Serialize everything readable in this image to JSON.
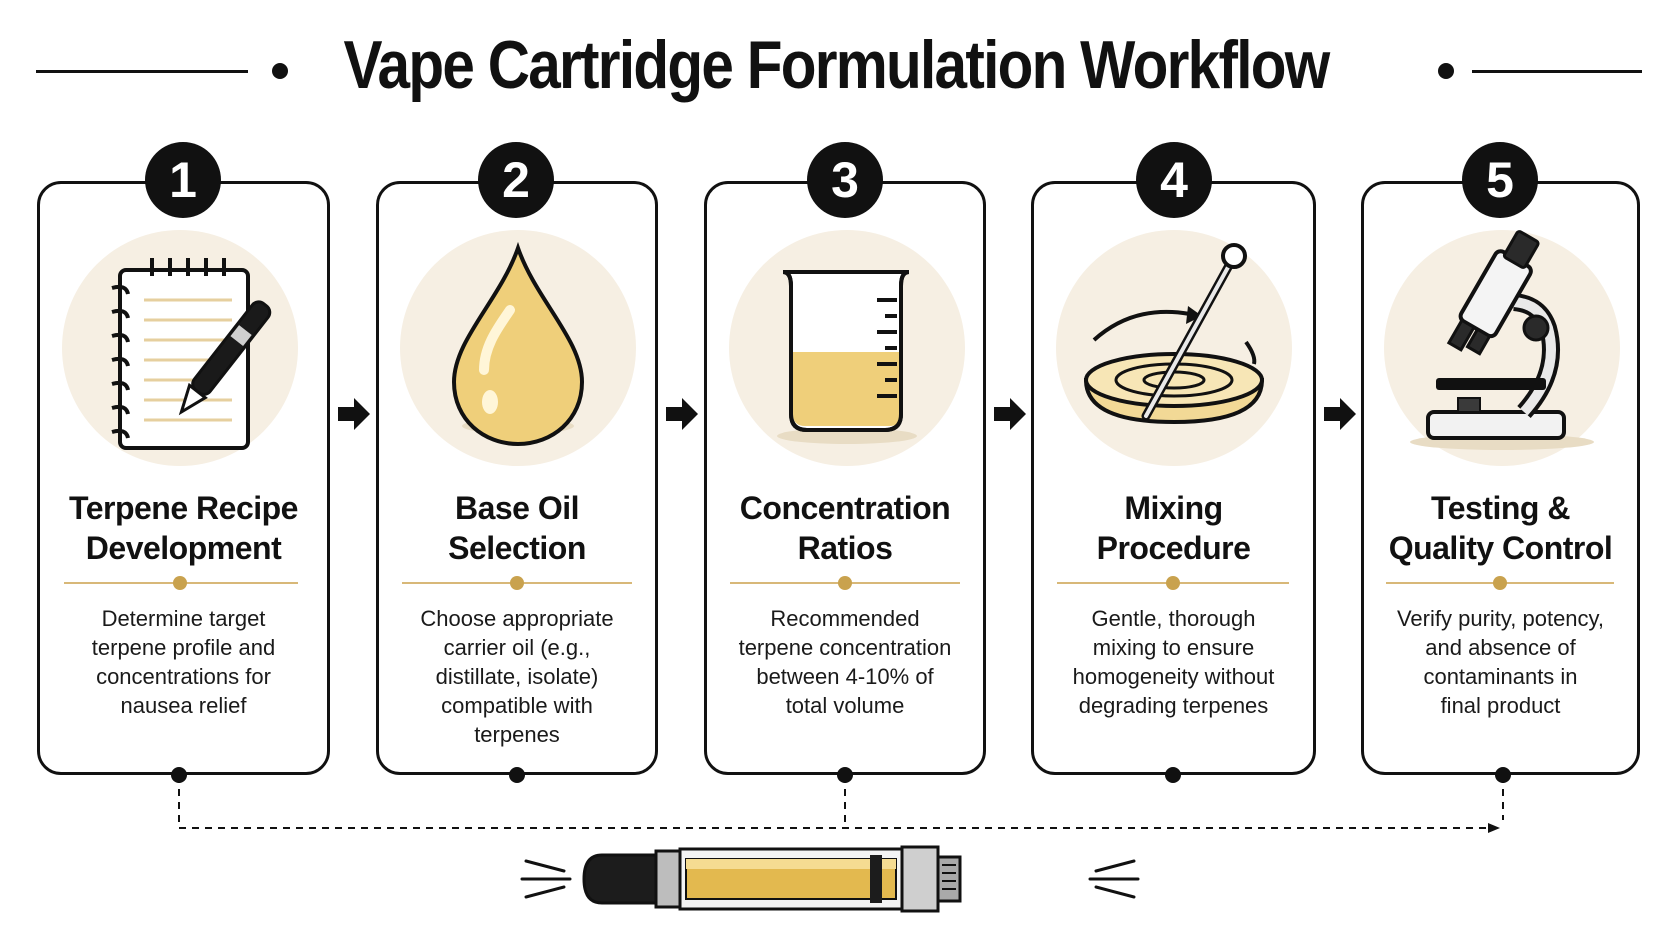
{
  "title": "Vape Cartridge Formulation Workflow",
  "colors": {
    "ink": "#111111",
    "accent": "#c9a24e",
    "circle": "#f6efe3",
    "oil": "#efcf7a"
  },
  "steps": [
    {
      "number": "1",
      "title_line1": "Terpene Recipe",
      "title_line2": "Development",
      "desc": [
        "Determine target",
        "terpene profile and",
        "concentrations for",
        "nausea relief"
      ],
      "icon": "notepad-pen-icon"
    },
    {
      "number": "2",
      "title_line1": "Base Oil",
      "title_line2": "Selection",
      "desc": [
        "Choose appropriate",
        "carrier oil (e.g.,",
        "distillate, isolate)",
        "compatible with",
        "terpenes"
      ],
      "icon": "oil-drop-icon"
    },
    {
      "number": "3",
      "title_line1": "Concentration",
      "title_line2": "Ratios",
      "desc": [
        "Recommended",
        "terpene concentration",
        "between 4-10% of",
        "total volume"
      ],
      "icon": "beaker-icon"
    },
    {
      "number": "4",
      "title_line1": "Mixing",
      "title_line2": "Procedure",
      "desc": [
        "Gentle, thorough",
        "mixing to ensure",
        "homogeneity without",
        "degrading terpenes"
      ],
      "icon": "mixing-bowl-icon"
    },
    {
      "number": "5",
      "title_line1": "Testing &",
      "title_line2": "Quality Control",
      "desc": [
        "Verify purity, potency,",
        "and absence of",
        "contaminants in",
        "final product"
      ],
      "icon": "microscope-icon"
    }
  ],
  "footer_icon": "vape-cartridge-icon"
}
